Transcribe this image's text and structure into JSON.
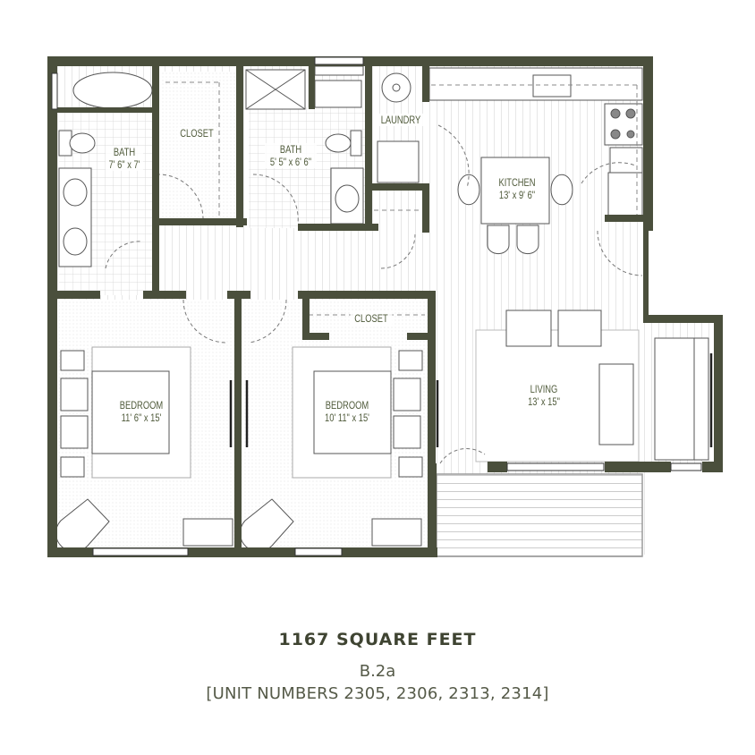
{
  "floorplan": {
    "colors": {
      "wall": "#4a4f3c",
      "label_text": "#4f5a3a",
      "caption_text": "#3f4432",
      "floor_hatch": "#d9d9d9",
      "background": "#ffffff"
    },
    "rooms": [
      {
        "id": "bath-1",
        "name": "BATH",
        "dimensions": "7' 6\" x 7'"
      },
      {
        "id": "closet-1",
        "name": "CLOSET",
        "dimensions": ""
      },
      {
        "id": "bath-2",
        "name": "BATH",
        "dimensions": "5' 5\" x 6' 6\""
      },
      {
        "id": "laundry",
        "name": "LAUNDRY",
        "dimensions": ""
      },
      {
        "id": "kitchen",
        "name": "KITCHEN",
        "dimensions": "13' x 9' 6\""
      },
      {
        "id": "closet-2",
        "name": "CLOSET",
        "dimensions": ""
      },
      {
        "id": "bedroom-1",
        "name": "BEDROOM",
        "dimensions": "11' 6\" x 15'"
      },
      {
        "id": "bedroom-2",
        "name": "BEDROOM",
        "dimensions": "10' 11\" x 15'"
      },
      {
        "id": "living",
        "name": "LIVING",
        "dimensions": "13' x 15\""
      }
    ]
  },
  "caption": {
    "square_feet": "1167 SQUARE FEET",
    "plan_code": "B.2a",
    "unit_numbers": "[UNIT NUMBERS 2305, 2306, 2313, 2314]"
  }
}
